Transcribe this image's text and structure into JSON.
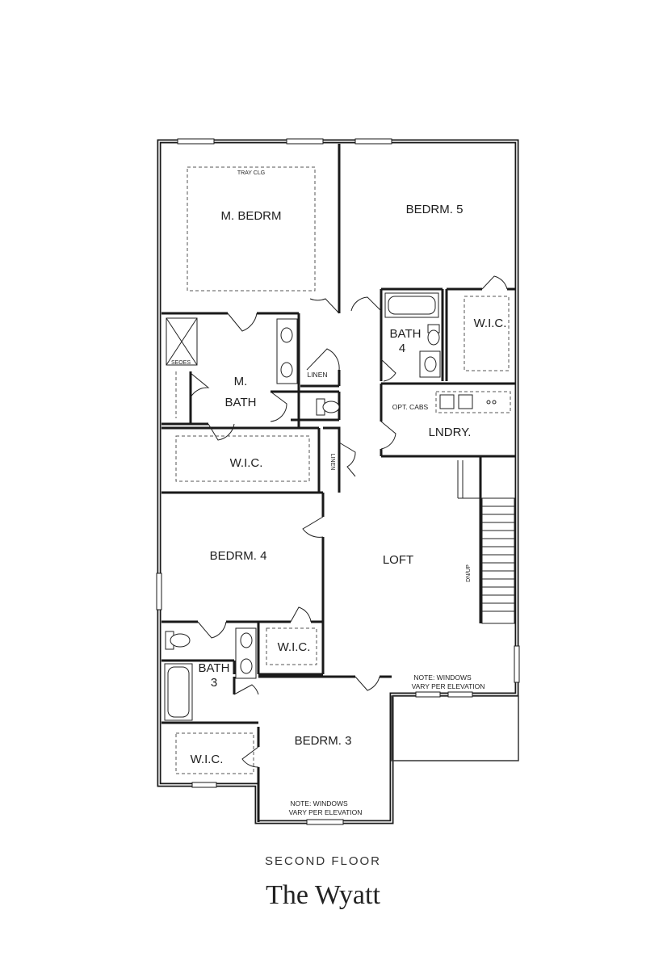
{
  "floor_label": "SECOND FLOOR",
  "plan_name": "The Wyatt",
  "rooms": {
    "master_bedroom": "M. BEDRM",
    "tray_ceiling": "TRAY CLG",
    "bedroom5": "BEDRM. 5",
    "master_bath_line1": "M.",
    "master_bath_line2": "BATH",
    "master_wic": "W.I.C.",
    "linen1": "LINEN",
    "linen2": "LINEN",
    "bath4_line1": "BATH",
    "bath4_line2": "4",
    "bedroom5_wic": "W.I.C.",
    "opt_cabs": "OPT. CABS",
    "laundry": "LNDRY.",
    "loft": "LOFT",
    "bedroom4": "BEDRM. 4",
    "bedroom4_wic": "W.I.C.",
    "bath3_line1": "BATH",
    "bath3_line2": "3",
    "bedroom3": "BEDRM. 3",
    "bedroom3_wic": "W.I.C.",
    "stair_text": "DN/UP",
    "shower_text": "SEOES"
  },
  "notes": {
    "note_right_line1": "NOTE: WINDOWS",
    "note_right_line2": "VARY PER ELEVATION",
    "note_bottom_line1": "NOTE: WINDOWS",
    "note_bottom_line2": "VARY PER ELEVATION"
  }
}
